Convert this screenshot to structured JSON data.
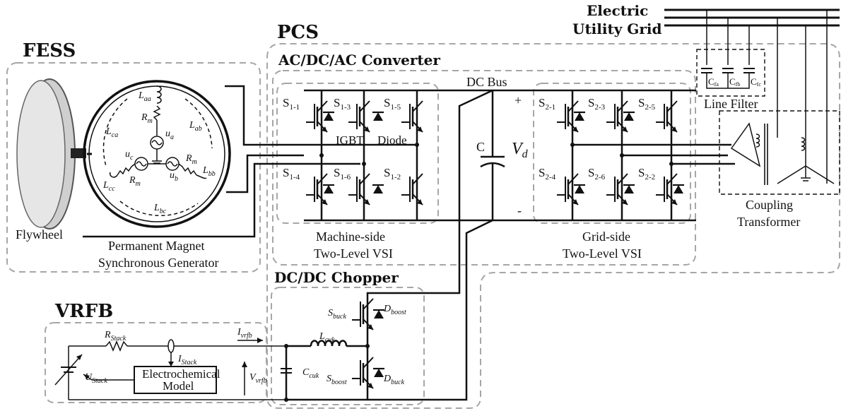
{
  "titles": {
    "fess": "FESS",
    "pcs": "PCS",
    "vrfb": "VRFB",
    "acdcac": "AC/DC/AC Converter",
    "dcdc": "DC/DC Chopper",
    "grid_line1": "Electric",
    "grid_line2": "Utility Grid"
  },
  "labels": {
    "flywheel": "Flywheel",
    "pmsg_line1": "Permanent Magnet",
    "pmsg_line2": "Synchronous Generator",
    "dc_bus": "DC Bus",
    "plus": "+",
    "minus": "-",
    "capacitor": "C",
    "vd": "V",
    "vd_sub": "d",
    "igbt": "IGBT",
    "diode": "Diode",
    "machine_vsi_line1": "Machine-side",
    "machine_vsi_line2": "Two-Level VSI",
    "grid_vsi_line1": "Grid-side",
    "grid_vsi_line2": "Two-Level VSI",
    "line_filter": "Line Filter",
    "transformer_line1": "Coupling",
    "transformer_line2": "Transformer",
    "electrochemical_line1": "Electrochemical",
    "electrochemical_line2": "Model"
  },
  "switches": {
    "s11": [
      "S",
      "1-1"
    ],
    "s13": [
      "S",
      "1-3"
    ],
    "s15": [
      "S",
      "1-5"
    ],
    "s14": [
      "S",
      "1-4"
    ],
    "s16": [
      "S",
      "1-6"
    ],
    "s12": [
      "S",
      "1-2"
    ],
    "s21": [
      "S",
      "2-1"
    ],
    "s23": [
      "S",
      "2-3"
    ],
    "s25": [
      "S",
      "2-5"
    ],
    "s24": [
      "S",
      "2-4"
    ],
    "s26": [
      "S",
      "2-6"
    ],
    "s22": [
      "S",
      "2-2"
    ]
  },
  "filter_caps": {
    "a": [
      "C",
      "fa"
    ],
    "b": [
      "C",
      "fb"
    ],
    "c": [
      "C",
      "fc"
    ]
  },
  "machine_symbols": {
    "laa": [
      "L",
      "aa"
    ],
    "lbb": [
      "L",
      "bb"
    ],
    "lcc": [
      "L",
      "cc"
    ],
    "lab": [
      "L",
      "ab"
    ],
    "lbc": [
      "L",
      "bc"
    ],
    "lca": [
      "L",
      "ca"
    ],
    "rm_a": [
      "R",
      "m"
    ],
    "rm_b": [
      "R",
      "m"
    ],
    "rm_c": [
      "R",
      "m"
    ],
    "ua": [
      "u",
      "a"
    ],
    "ub": [
      "u",
      "b"
    ],
    "uc": [
      "u",
      "c"
    ]
  },
  "chopper_symbols": {
    "sbuck": [
      "S",
      "buck"
    ],
    "dboost": [
      "D",
      "boost"
    ],
    "sboost": [
      "S",
      "boost"
    ],
    "dbuck": [
      "D",
      "buck"
    ],
    "lcuk": [
      "L",
      "cuk"
    ],
    "ccuk": [
      "C",
      "cuk"
    ]
  },
  "vrfb_symbols": {
    "rstack": [
      "R",
      "Stack"
    ],
    "istack": [
      "I",
      "Stack"
    ],
    "ustack": [
      "U",
      "Stack"
    ],
    "ivrfb": [
      "I",
      "vrfb"
    ],
    "vvrfb": [
      "V",
      "vrfb"
    ]
  }
}
